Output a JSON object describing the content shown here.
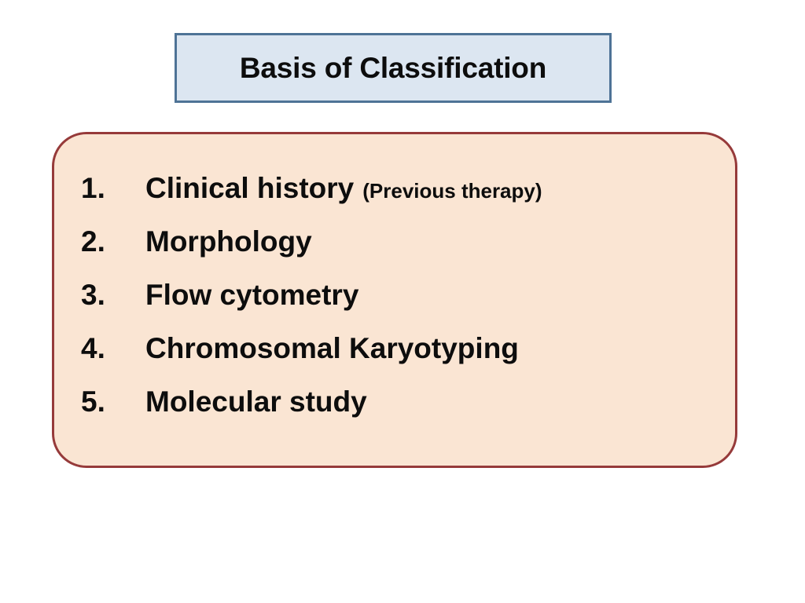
{
  "slide": {
    "background_color": "#FFFFFF",
    "title": {
      "text": "Basis of Classification",
      "fill_color": "#DCE6F1",
      "border_color": "#4E7396",
      "text_color": "#0D0D0D"
    },
    "content": {
      "fill_color": "#FAE5D3",
      "border_color": "#963A3A",
      "text_color": "#0D0D0D",
      "items": [
        {
          "number": "1.",
          "label": "Clinical history",
          "note": "(Previous therapy)"
        },
        {
          "number": "2.",
          "label": "Morphology",
          "note": ""
        },
        {
          "number": "3.",
          "label": "Flow cytometry",
          "note": ""
        },
        {
          "number": "4.",
          "label": "Chromosomal Karyotyping",
          "note": ""
        },
        {
          "number": "5.",
          "label": "Molecular study",
          "note": ""
        }
      ]
    }
  }
}
